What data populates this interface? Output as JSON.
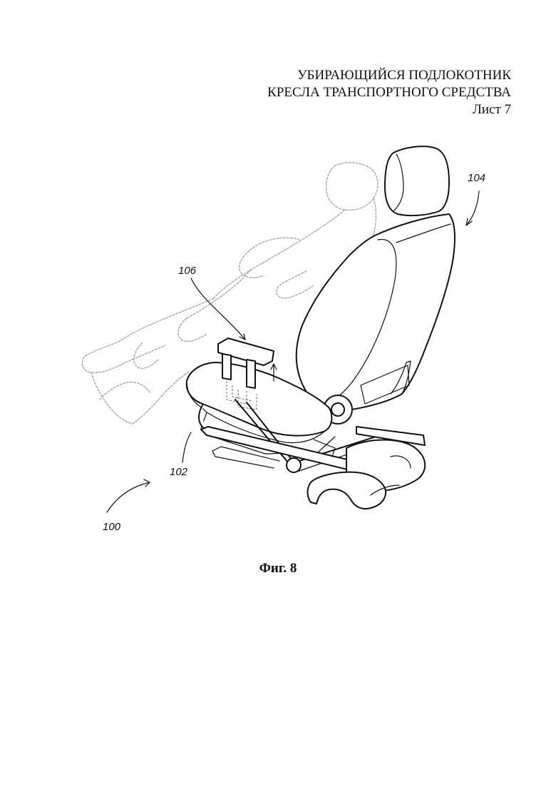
{
  "header": {
    "title_line1": "УБИРАЮЩИЙСЯ ПОДЛОКОТНИК",
    "title_line2": "КРЕСЛА ТРАНСПОРТНОГО СРЕДСТВА",
    "sheet": "Лист 7"
  },
  "references": {
    "r100": "100",
    "r102": "102",
    "r104": "104",
    "r106": "106"
  },
  "caption": "Фиг. 8"
}
